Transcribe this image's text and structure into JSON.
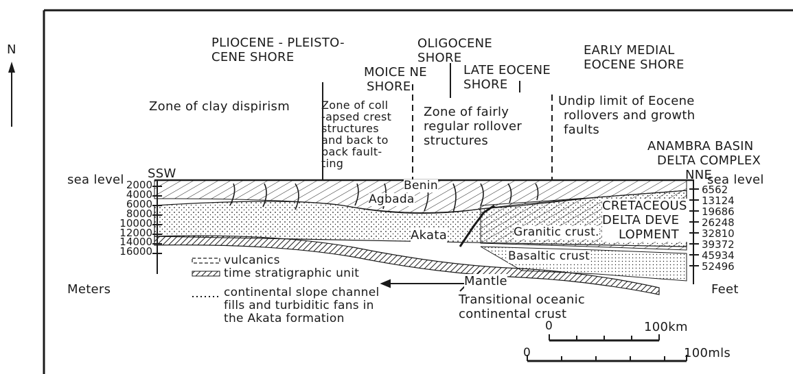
{
  "north": "N",
  "shores": {
    "plio": [
      "PLIOCENE - PLEISTO-",
      "CENE SHORE"
    ],
    "oligo": [
      "OLIGOCENE",
      "SHORE"
    ],
    "mio": [
      "MOICE NE",
      "SHORE"
    ],
    "late_eocene": [
      "LATE EOCENE",
      "SHORE"
    ],
    "early_eocene": [
      "EARLY MEDIAL",
      "EOCENE SHORE"
    ]
  },
  "zones": {
    "clay": "Zone of clay dispirism",
    "collapsed": [
      "Zone of coll",
      "-apsed crest",
      "structures",
      "and back to",
      "back fault-",
      "ting"
    ],
    "rollover": [
      "Zone of fairly",
      "regular rollover",
      "structures"
    ],
    "updip": [
      "Undip limit of Eocene",
      "rollovers and growth",
      "faults"
    ]
  },
  "anambra": [
    "ANAMBRA BASIN",
    "DELTA COMPLEX"
  ],
  "ends": {
    "ssw": "SSW",
    "nne": "NNE",
    "sea_level_left": "sea level",
    "sea_level_right": "sea level"
  },
  "left_axis": {
    "ticks": [
      "2000",
      "4000",
      "6000",
      "8000",
      "10000",
      "12000",
      "14000",
      "16000"
    ],
    "unit": "Meters"
  },
  "right_axis": {
    "ticks": [
      "6562",
      "13124",
      "19686",
      "26248",
      "32810",
      "39372",
      "45934",
      "52496"
    ],
    "unit": "Feet"
  },
  "formations": {
    "benin": "Benin",
    "agbada": "Agbada",
    "akata": "Akata",
    "granitic": "Granitic crust.",
    "basaltic": "Basaltic crust",
    "mantle": "Mantle"
  },
  "cretaceous": [
    "CRETACEOUS",
    "DELTA DEVE",
    "LOPMENT"
  ],
  "legend": {
    "vulcanics": "vulcanics",
    "time_unit": "time stratigraphic unit",
    "channel": [
      "continental slope channel",
      "fills and turbiditic fans in",
      "the Akata formation"
    ]
  },
  "transitional": [
    "Transitional oceanic",
    "continental crust"
  ],
  "scale_km": {
    "zero": "0",
    "label": "100km"
  },
  "scale_mls": {
    "zero": "0",
    "label": "100mls"
  },
  "colors": {
    "ink": "#1a1a1a",
    "paper": "#ffffff"
  }
}
